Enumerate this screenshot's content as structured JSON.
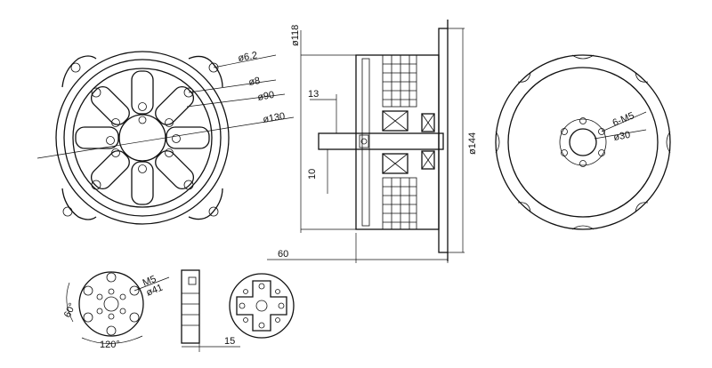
{
  "front_view": {
    "d_6_2": "ø6.2",
    "d_8": "ø8",
    "d_90": "ø90",
    "d_130": "ø130"
  },
  "side_view": {
    "d_118": "ø118",
    "dim_13": "13",
    "dim_10": "10",
    "d_144": "ø144",
    "dim_60": "60"
  },
  "back_view": {
    "holes": "6-M5",
    "d_30": "ø30"
  },
  "mount_plate": {
    "thread": "M5",
    "d_41": "ø41",
    "angle_60": "60°",
    "angle_120": "120°"
  },
  "plate_side": {
    "dim_15": "15"
  }
}
